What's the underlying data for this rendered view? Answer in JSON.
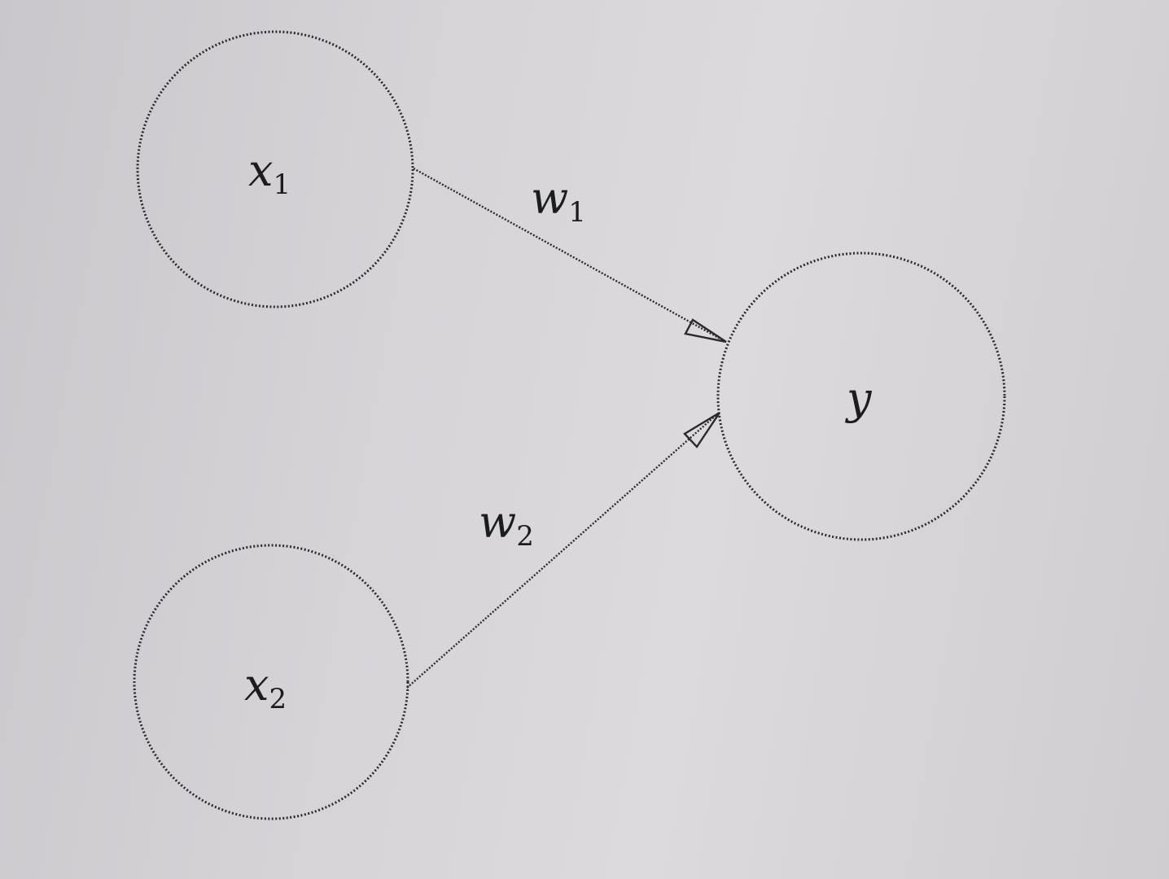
{
  "diagram": {
    "nodes": [
      {
        "id": "x1",
        "label": "x",
        "subscript": "1"
      },
      {
        "id": "x2",
        "label": "x",
        "subscript": "2"
      },
      {
        "id": "y",
        "label": "y",
        "subscript": ""
      }
    ],
    "edges": [
      {
        "from": "x1",
        "to": "y",
        "label": "w",
        "subscript": "1"
      },
      {
        "from": "x2",
        "to": "y",
        "label": "w",
        "subscript": "2"
      }
    ]
  },
  "colors": {
    "ink": "#2a2a2e",
    "paper": "#d6d4d7"
  }
}
